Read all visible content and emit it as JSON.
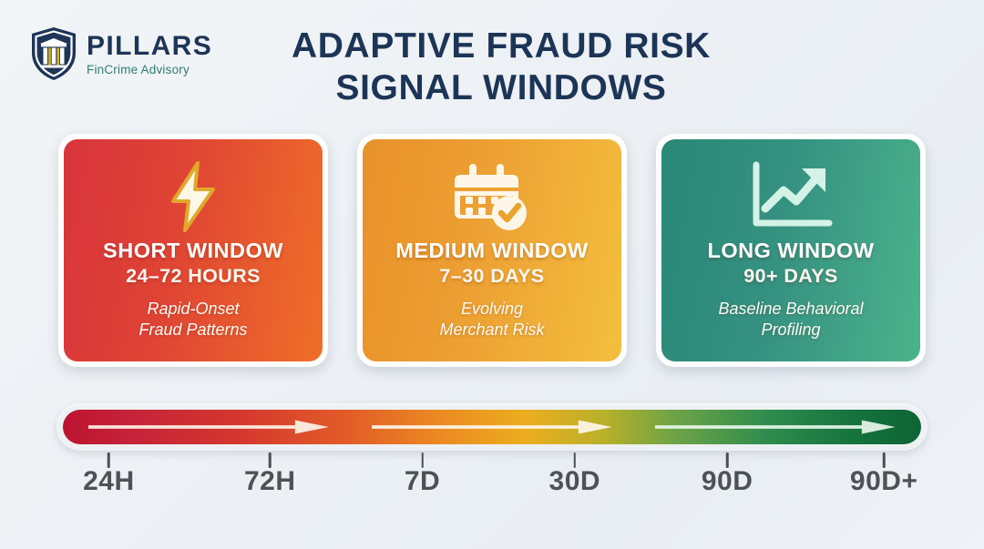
{
  "brand": {
    "name": "PILLARS",
    "tagline": "FinCrime Advisory",
    "shield_icon": "shield-pillars-icon",
    "navy": "#1d3557",
    "teal": "#2e7d74",
    "gold": "#d4b529"
  },
  "header": {
    "title_line1": "ADAPTIVE FRAUD RISK",
    "title_line2": "SIGNAL WINDOWS",
    "title_color": "#1c3557"
  },
  "cards": [
    {
      "icon": "lightning-bolt-icon",
      "title": "SHORT WINDOW",
      "subtitle": "24–72 HOURS",
      "description_line1": "Rapid-Onset",
      "description_line2": "Fraud Patterns",
      "gradient_from": "#d8343c",
      "gradient_to": "#ef6f28"
    },
    {
      "icon": "calendar-check-icon",
      "title": "MEDIUM WINDOW",
      "subtitle": "7–30 DAYS",
      "description_line1": "Evolving",
      "description_line2": "Merchant Risk",
      "gradient_from": "#e8912a",
      "gradient_to": "#f3bf3e"
    },
    {
      "icon": "trend-up-chart-icon",
      "title": "LONG WINDOW",
      "subtitle": "90+ DAYS",
      "description_line1": "Baseline Behavioral",
      "description_line2": "Profiling",
      "gradient_from": "#2a8878",
      "gradient_to": "#4cb38c"
    }
  ],
  "timeline": {
    "gradient_start": "#bc1430",
    "gradient_mid": "#ecae1f",
    "gradient_end": "#0e6434",
    "arrow_count": 3,
    "ticks": [
      {
        "label": "24H",
        "position_pct": 6
      },
      {
        "label": "72H",
        "position_pct": 24.5
      },
      {
        "label": "7D",
        "position_pct": 42
      },
      {
        "label": "30D",
        "position_pct": 59.5
      },
      {
        "label": "90D",
        "position_pct": 77
      },
      {
        "label": "90D+",
        "position_pct": 95
      }
    ]
  }
}
